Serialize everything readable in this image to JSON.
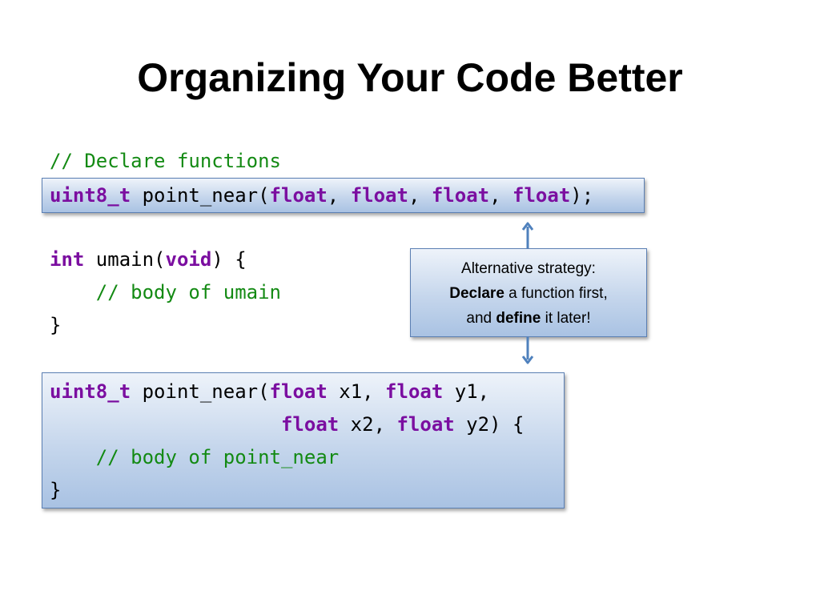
{
  "slide": {
    "title": "Organizing Your Code Better"
  },
  "code": {
    "declare_comment": "// Declare functions",
    "declare_line": {
      "type": "uint8_t",
      "name_open": " point_near(",
      "p1": "float",
      "sep1": ", ",
      "p2": "float",
      "sep2": ", ",
      "p3": "float",
      "sep3": ", ",
      "p4": "float",
      "close": ");"
    },
    "umain": {
      "ret": "int",
      "name_open": " umain(",
      "param": "void",
      "close": ") {",
      "indent": "    ",
      "body_comment": "// body of umain",
      "end": "}"
    },
    "define": {
      "type": "uint8_t",
      "name_open": " point_near(",
      "p1_type": "float",
      "p1_name": " x1, ",
      "p2_type": "float",
      "p2_name": " y1,",
      "indent2": "                    ",
      "p3_type": "float",
      "p3_name": " x2, ",
      "p4_type": "float",
      "p4_name": " y2) {",
      "indent": "    ",
      "body_comment": "// body of point_near",
      "end": "}"
    }
  },
  "callout": {
    "line1": "Alternative strategy:",
    "line2_bold": "Declare",
    "line2_rest": " a function first,",
    "line3_pre": "and ",
    "line3_bold": "define",
    "line3_rest": " it later!"
  },
  "colors": {
    "keyword": "#7b0ea0",
    "comment": "#138a13",
    "box_border": "#5b7fb3",
    "arrow": "#4f81bd"
  }
}
